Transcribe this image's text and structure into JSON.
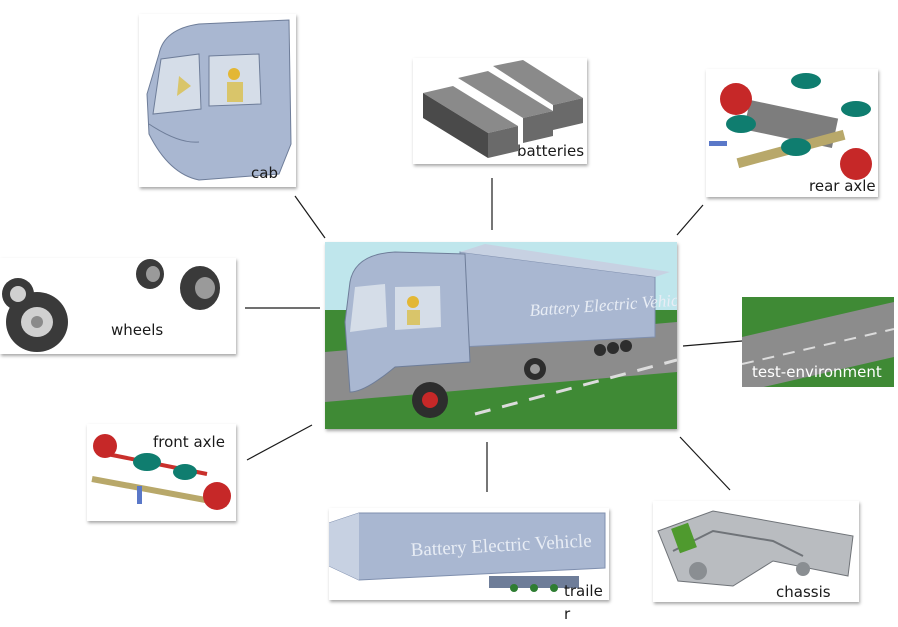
{
  "center": {
    "vehicle_text": "Battery Electric Vehicle"
  },
  "components": {
    "cab": "cab",
    "batteries": "batteries",
    "rear_axle": "rear axle",
    "wheels": "wheels",
    "test_environment": "test-environment",
    "front_axle": "front axle",
    "trailer_line1": "traile",
    "trailer_line2": "r",
    "trailer_text": "Battery Electric Vehicle",
    "chassis": "chassis"
  },
  "colors": {
    "truck_body": "#a9b7d1",
    "sky": "#bfe6ec",
    "grass": "#3f8a35",
    "road": "#8c8c8c",
    "connector": "#1a1a1a"
  }
}
